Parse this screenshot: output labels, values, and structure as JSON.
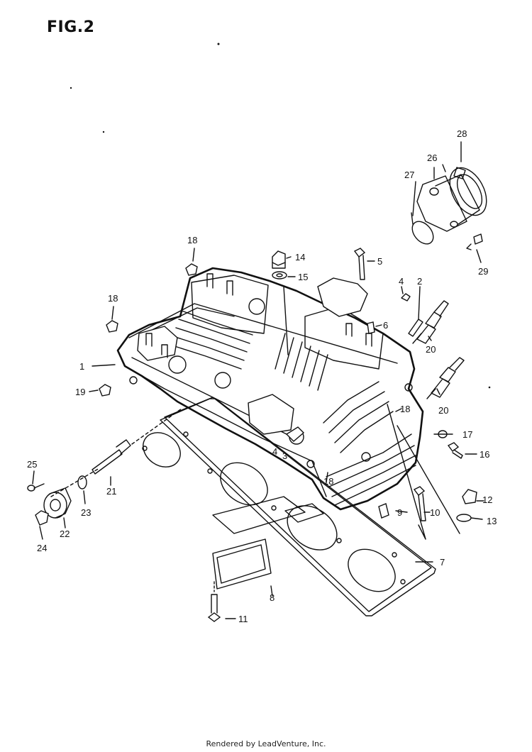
{
  "figure": {
    "title": "FIG.2"
  },
  "footer": {
    "text": "Rendered by LeadVenture, Inc."
  },
  "labels": [
    {
      "id": "1",
      "text": "1"
    },
    {
      "id": "2",
      "text": "2"
    },
    {
      "id": "3",
      "text": "3"
    },
    {
      "id": "4a",
      "text": "4"
    },
    {
      "id": "4b",
      "text": "4"
    },
    {
      "id": "5",
      "text": "5"
    },
    {
      "id": "6",
      "text": "6"
    },
    {
      "id": "7",
      "text": "7"
    },
    {
      "id": "8",
      "text": "8"
    },
    {
      "id": "9",
      "text": "9"
    },
    {
      "id": "10",
      "text": "10"
    },
    {
      "id": "11",
      "text": "11"
    },
    {
      "id": "12",
      "text": "12"
    },
    {
      "id": "13",
      "text": "13"
    },
    {
      "id": "14",
      "text": "14"
    },
    {
      "id": "15",
      "text": "15"
    },
    {
      "id": "16",
      "text": "16"
    },
    {
      "id": "17",
      "text": "17"
    },
    {
      "id": "18a",
      "text": "18"
    },
    {
      "id": "18b",
      "text": "18"
    },
    {
      "id": "18c",
      "text": "18"
    },
    {
      "id": "18d",
      "text": "18"
    },
    {
      "id": "19",
      "text": "19"
    },
    {
      "id": "20a",
      "text": "20"
    },
    {
      "id": "20b",
      "text": "20"
    },
    {
      "id": "21",
      "text": "21"
    },
    {
      "id": "22",
      "text": "22"
    },
    {
      "id": "23",
      "text": "23"
    },
    {
      "id": "24",
      "text": "24"
    },
    {
      "id": "25",
      "text": "25"
    },
    {
      "id": "26",
      "text": "26"
    },
    {
      "id": "27",
      "text": "27"
    },
    {
      "id": "28",
      "text": "28"
    },
    {
      "id": "29",
      "text": "29"
    }
  ]
}
